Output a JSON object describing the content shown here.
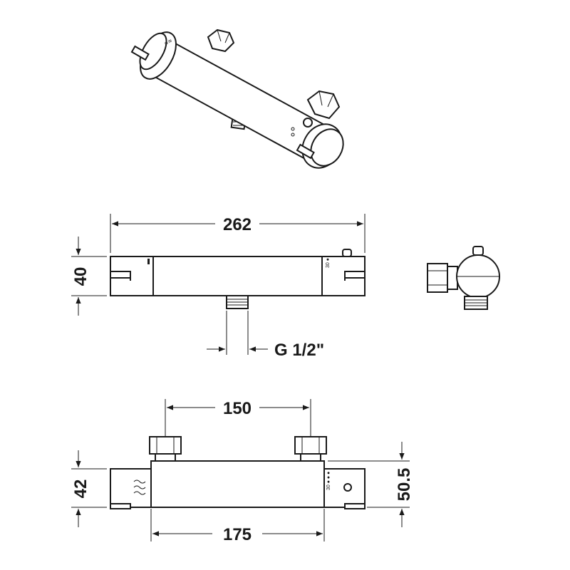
{
  "dimensions": {
    "front_length": "262",
    "front_height": "40",
    "outlet_thread": "G 1/2\"",
    "inlet_centres": "150",
    "body_length": "175",
    "side_height_left": "42",
    "side_height_right": "50.5"
  },
  "colors": {
    "line": "#1a1a1a",
    "background": "#ffffff"
  }
}
